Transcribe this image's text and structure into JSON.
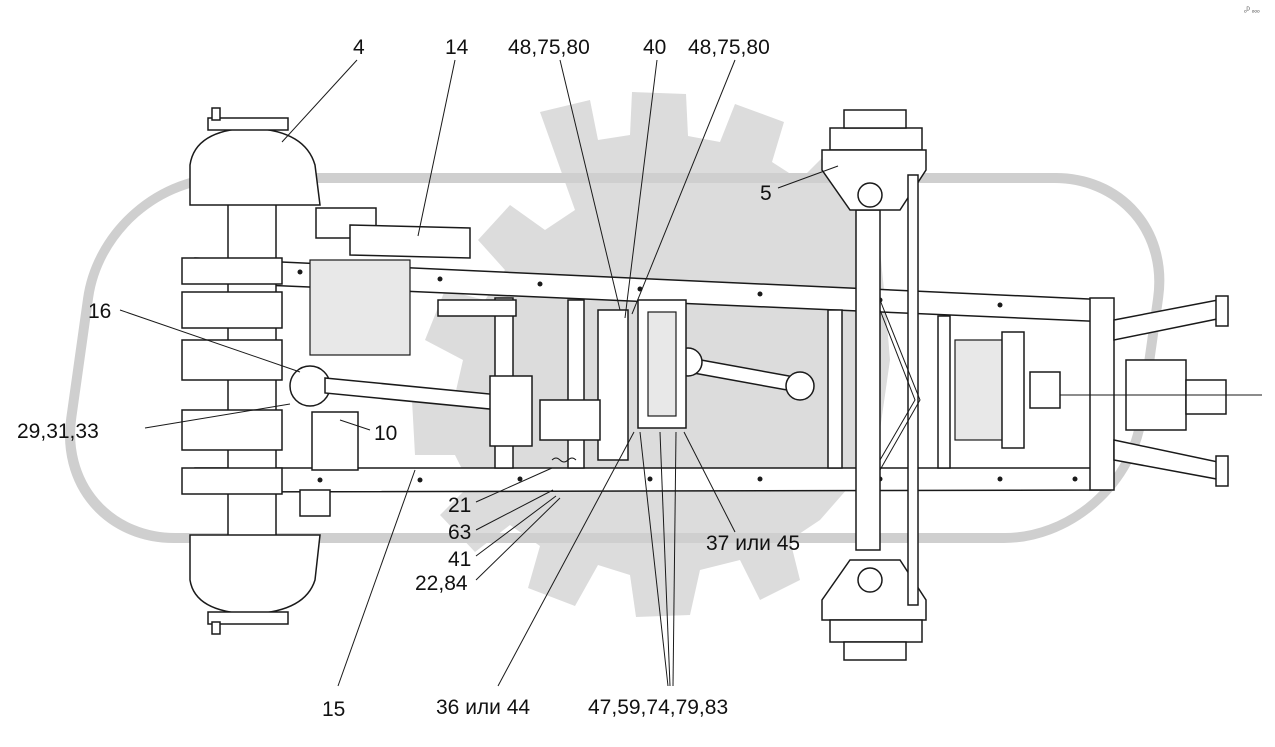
{
  "corner_mark": "ₒᴰ ₒₒₒ",
  "labels": {
    "l4": "4",
    "l14": "14",
    "l48a": "48,75,80",
    "l40": "40",
    "l48b": "48,75,80",
    "l5": "5",
    "l16": "16",
    "l29": "29,31,33",
    "l10": "10",
    "l21": "21",
    "l63": "63",
    "l41": "41",
    "l22": "22,84",
    "l37": "37 или 45",
    "l15": "15",
    "l36": "36 или 44",
    "l47": "47,59,74,79,83"
  }
}
